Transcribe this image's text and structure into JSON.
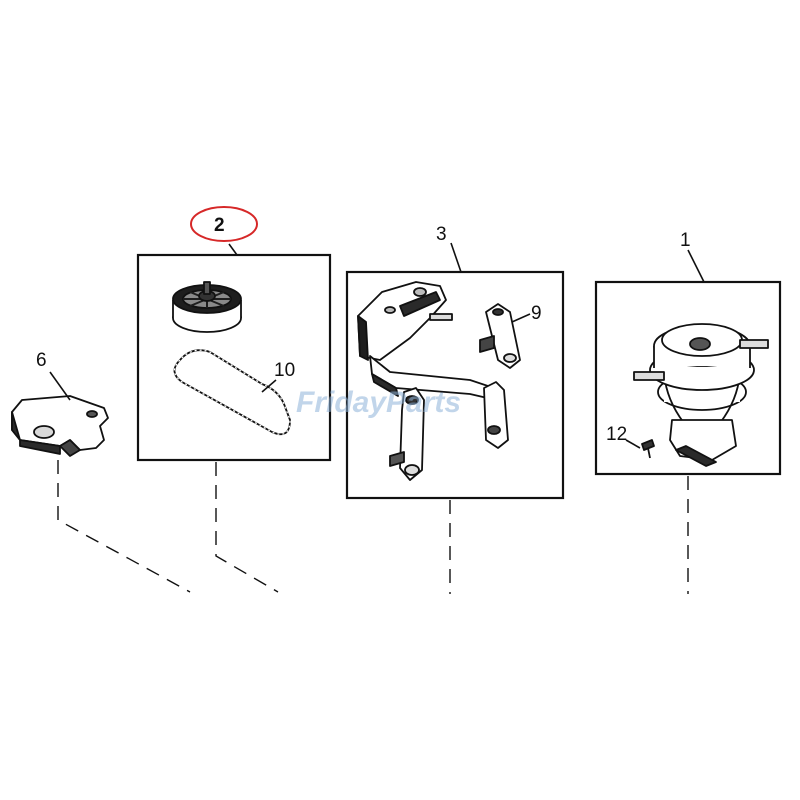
{
  "diagram": {
    "highlight_color": "#d62828",
    "callouts": {
      "c1": "1",
      "c2": "2",
      "c3": "3",
      "c6": "6",
      "c9": "9",
      "c10": "10",
      "c12": "12"
    },
    "watermark": "FridayParts"
  }
}
